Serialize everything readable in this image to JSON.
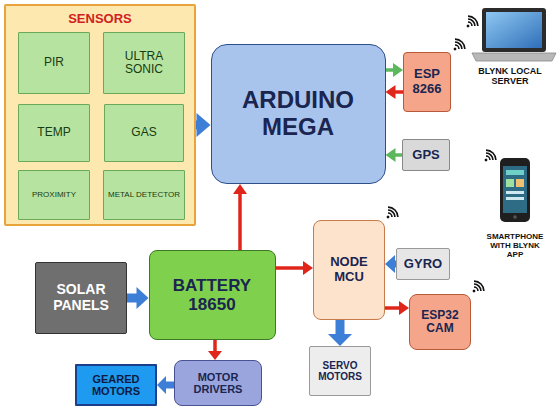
{
  "diagram": {
    "nodes": [
      {
        "text": [
          "SENSORS"
        ]
      },
      {
        "text": [
          "PIR"
        ],
        "in": 0
      },
      {
        "text": [
          "ULTRA SONIC"
        ],
        "in": 0
      },
      {
        "text": [
          "TEMP"
        ],
        "in": 0
      },
      {
        "text": [
          "GAS"
        ],
        "in": 0
      },
      {
        "text": [
          "PROXIMITY"
        ],
        "in": 0
      },
      {
        "text": [
          "METAL DETECTOR"
        ],
        "in": 0
      },
      {
        "text": [
          "ARDUINO MEGA"
        ]
      },
      {
        "text": [
          "ESP 8266"
        ]
      },
      {
        "text": [
          "GPS"
        ]
      },
      {
        "text": [
          "NODE MCU"
        ]
      },
      {
        "text": [
          "GYRO"
        ]
      },
      {
        "text": [
          "SOLAR PANELS"
        ]
      },
      {
        "text": [
          "BATTERY 18650"
        ]
      },
      {
        "text": [
          "ESP32 CAM"
        ]
      },
      {
        "text": [
          "SERVO MOTORS"
        ]
      },
      {
        "text": [
          "GEARED MOTORS"
        ]
      },
      {
        "text": [
          "MOTOR DRIVERS"
        ]
      }
    ],
    "edges": [
      {
        "from": 0,
        "to": 7,
        "arrow": "to"
      },
      {
        "from": 7,
        "to": 8,
        "arrow": "to"
      },
      {
        "from": 8,
        "to": 7,
        "arrow": "to"
      },
      {
        "from": 9,
        "to": 7,
        "arrow": "to"
      },
      {
        "from": 13,
        "to": 7,
        "arrow": "to"
      },
      {
        "from": 13,
        "to": 10,
        "arrow": "to"
      },
      {
        "from": 12,
        "to": 13,
        "arrow": "to"
      },
      {
        "from": 13,
        "to": 17,
        "arrow": "to"
      },
      {
        "from": 17,
        "to": 16,
        "arrow": "to"
      },
      {
        "from": 11,
        "to": 10,
        "arrow": "to"
      },
      {
        "from": 10,
        "to": 14,
        "arrow": "to"
      },
      {
        "from": 10,
        "to": 15,
        "arrow": "to"
      }
    ],
    "labels": [
      "BLYNK LOCAL SERVER",
      "SMARTPHONE WITH BLYNK APP"
    ]
  }
}
